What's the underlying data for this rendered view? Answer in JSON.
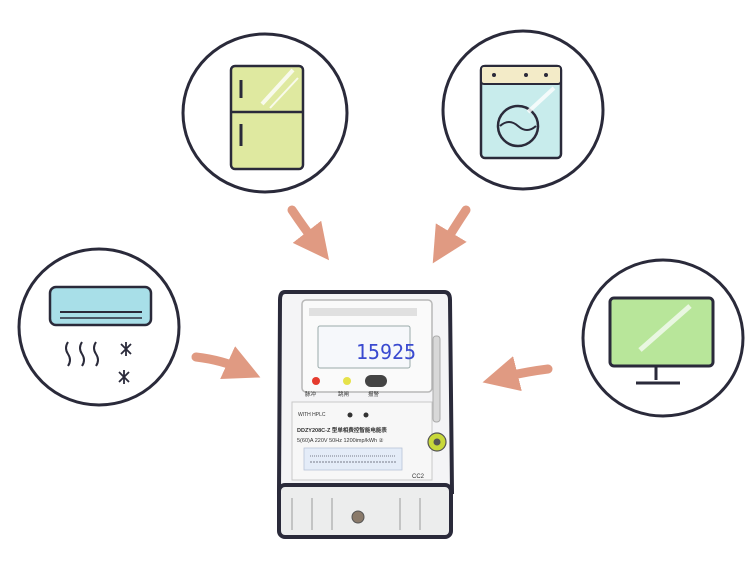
{
  "meter": {
    "reading": "15925",
    "model_line": "DDZY208C-Z 型单相费控智能电能表",
    "spec_line": "5(60)A  220V  50Hz  1200imp/kWh ②",
    "button_labels": [
      "脉冲",
      "跳闸",
      "报警"
    ],
    "comm_label": "WITH HPLC",
    "bottom_code": "CC2"
  },
  "appliances": [
    {
      "id": "refrigerator",
      "icon": "refrigerator-icon",
      "color": "#dfe9a0"
    },
    {
      "id": "washing-machine",
      "icon": "washing-machine-icon",
      "color": "#c8ecec"
    },
    {
      "id": "air-conditioner",
      "icon": "air-conditioner-icon",
      "color": "#a8dfe8"
    },
    {
      "id": "television",
      "icon": "television-icon",
      "color": "#b8e69a"
    }
  ],
  "colors": {
    "arrow": "#e09a82",
    "outline": "#2a2a3a",
    "lcd_blue": "#3a4ad0"
  }
}
